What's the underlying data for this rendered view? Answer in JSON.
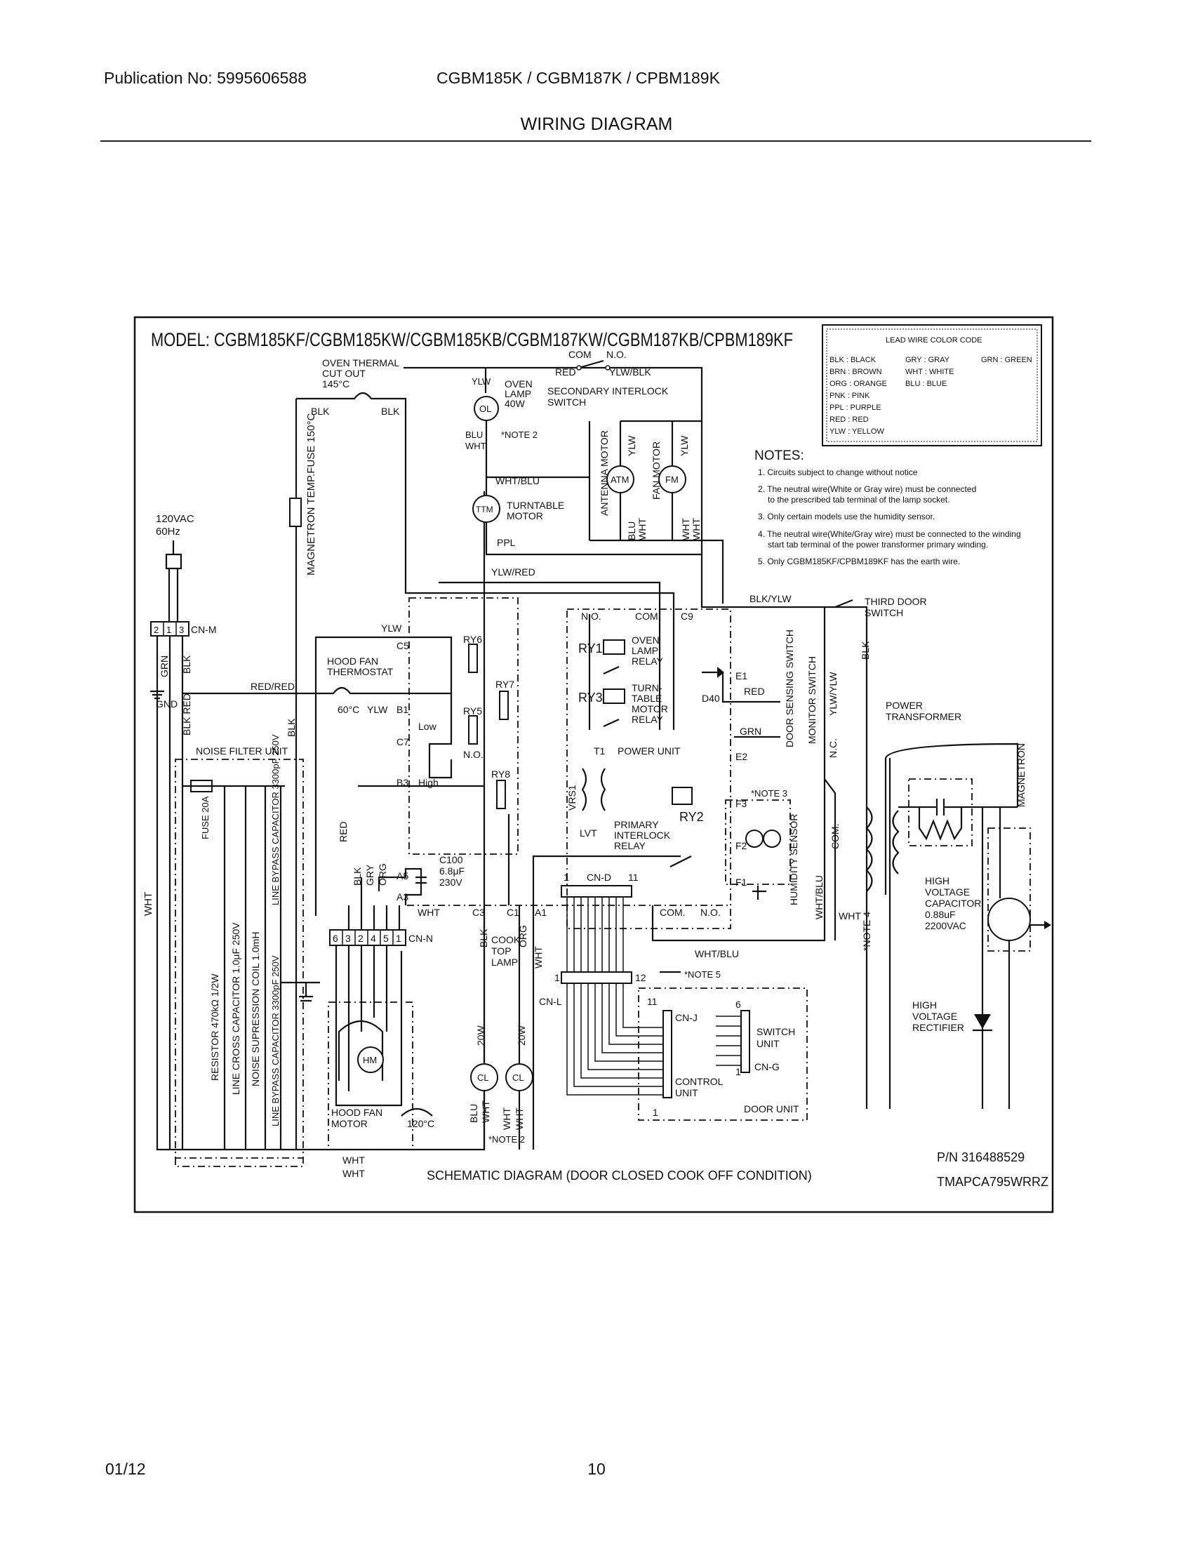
{
  "header": {
    "publication": "Publication No: 5995606588",
    "models": "CGBM185K / CGBM187K / CPBM189K",
    "title": "WIRING DIAGRAM"
  },
  "footer": {
    "date": "01/12",
    "page": "10"
  },
  "diagram": {
    "model_title": "MODEL: CGBM185KF/CGBM185KW/CGBM185KB/CGBM187KW/CGBM187KB/CPBM189KF",
    "caption": "SCHEMATIC DIAGRAM (DOOR CLOSED COOK OFF CONDITION)",
    "part_number": "P/N 316488529",
    "doc_code": "TMAPCA795WRRZ",
    "legend": {
      "title": "LEAD WIRE COLOR CODE",
      "col1": [
        "BLK : BLACK",
        "BRN : BROWN",
        "ORG : ORANGE",
        "PNK : PINK",
        "PPL : PURPLE",
        "RED : RED",
        "YLW : YELLOW"
      ],
      "col2": [
        "GRY : GRAY",
        "WHT : WHITE",
        "BLU : BLUE"
      ],
      "col3": [
        "GRN : GREEN"
      ]
    },
    "notes_title": "NOTES:",
    "notes": [
      "1. Circuits subject to change without notice",
      "2. The neutral wire(White or Gray wire) must be connected",
      "to the prescribed tab terminal of the lamp socket.",
      "3. Only certain models use the humidity sensor.",
      "4. The neutral wire(White/Gray wire) must be connected to the winding",
      "start tab terminal of the power transformer primary winding.",
      "5. Only CGBM185KF/CPBM189KF has the earth wire."
    ],
    "labels": {
      "oven_thermal": "OVEN THERMAL",
      "cut_out": "CUT OUT",
      "cut_out_temp": "145°C",
      "blk": "BLK",
      "ylw": "YLW",
      "oven_lamp_1": "OVEN",
      "oven_lamp_2": "LAMP",
      "oven_lamp_3": "40W",
      "ol": "OL",
      "note2": "*NOTE 2",
      "blu": "BLU",
      "wht": "WHT",
      "com": "COM",
      "no": "N.O.",
      "red": "RED",
      "ylw_blk": "YLW/BLK",
      "secondary_interlock": "SECONDARY INTERLOCK",
      "switch": "SWITCH",
      "antenna_motor": "ANTENNA MOTOR",
      "fan_motor": "FAN MOTOR",
      "atm": "ATM",
      "fm": "FM",
      "wht_blu": "WHT/BLU",
      "ttm": "TTM",
      "turntable_motor_1": "TURNTABLE",
      "turntable_motor_2": "MOTOR",
      "ppl": "PPL",
      "ylw_red": "YLW/RED",
      "mag_temp_fuse": "MAGNETRON TEMP.FUSE 150°C",
      "vac": "120VAC",
      "hz": "60Hz",
      "cn_m": "CN-M",
      "grn": "GRN",
      "gnd": "GND",
      "red_red": "RED/RED",
      "blk_red": "BLK RED",
      "hood_fan_thermostat_1": "HOOD FAN",
      "hood_fan_thermostat_2": "THERMOSTAT",
      "thermo_temp": "60°C",
      "noise_filter_unit": "NOISE FILTER UNIT",
      "fuse": "FUSE 20A",
      "resistor": "RESISTOR 470kΩ 1/2W",
      "line_cross_cap": "LINE CROSS CAPACITOR 1.0μF 250V",
      "noise_coil": "NOISE SUPRESSION COIL 1.0mH",
      "line_bypass_top": "LINE BYPASS CAPACITOR 3300pF 250V",
      "line_bypass_bottom": "LINE BYPASS CAPACITOR 3300pF 250V",
      "c5": "C5",
      "b1": "B1",
      "c7": "C7",
      "b3": "B3",
      "a5": "A5",
      "a3": "A3",
      "c3": "C3",
      "c1": "C1",
      "a1": "A1",
      "c9": "C9",
      "low": "Low",
      "high": "High",
      "ry6": "RY6",
      "ry7": "RY7",
      "ry5": "RY5",
      "ry8": "RY8",
      "ry1": "RY1",
      "ry3": "RY3",
      "ry2": "RY2",
      "no_b": "N.O.",
      "com_b": "COM.",
      "oven_lamp_relay_1": "OVEN",
      "oven_lamp_relay_2": "LAMP",
      "oven_lamp_relay_3": "RELAY",
      "tt_relay_1": "TURN-",
      "tt_relay_2": "TABLE",
      "tt_relay_3": "MOTOR",
      "tt_relay_4": "RELAY",
      "t1": "T1",
      "power_unit": "POWER UNIT",
      "vrs1": "VRS1",
      "lvt": "LVT",
      "primary_interlock_1": "PRIMARY",
      "primary_interlock_2": "INTERLOCK",
      "primary_interlock_3": "RELAY",
      "c100": "C100",
      "c100_val1": "6.8μF",
      "c100_val2": "230V",
      "cn_n": "CN-N",
      "cook_top_lamp_1": "COOK",
      "cook_top_lamp_2": "TOP",
      "cook_top_lamp_3": "LAMP",
      "org": "ORG",
      "gry": "GRY",
      "cl": "CL",
      "w20": "20W",
      "hm": "HM",
      "hood_fan_motor_1": "HOOD FAN",
      "hood_fan_motor_2": "MOTOR",
      "motor_temp": "120°C",
      "cn_d": "CN-D",
      "cn_l": "CN-L",
      "cn_j": "CN-J",
      "cn_g": "CN-G",
      "switch_unit_1": "SWITCH",
      "switch_unit_2": "UNIT",
      "control_unit_1": "CONTROL",
      "control_unit_2": "UNIT",
      "door_unit": "DOOR UNIT",
      "note5": "*NOTE 5",
      "note3": "*NOTE 3",
      "note4": "*NOTE 4",
      "d40": "D40",
      "e1": "E1",
      "e2": "E2",
      "f1": "F1",
      "f2": "F2",
      "f3": "F3",
      "door_sensing_switch": "DOOR SENSING SWITCH",
      "humidity_sensor": "HUMIDITY SENSOR",
      "blk_ylw": "BLK/YLW",
      "third_door_switch_1": "THIRD DOOR",
      "third_door_switch_2": "SWITCH",
      "monitor_switch": "MONITOR SWITCH",
      "nc": "N.C.",
      "ylw_ylw": "YLW/YLW",
      "com_c": "COM.",
      "wht_blu_v": "WHT/BLU",
      "power_transformer_1": "POWER",
      "power_transformer_2": "TRANSFORMER",
      "magnetron": "MAGNETRON",
      "hv_capacitor_1": "HIGH",
      "hv_capacitor_2": "VOLTAGE",
      "hv_capacitor_3": "CAPACITOR",
      "hv_capacitor_4": "0.88uF",
      "hv_capacitor_5": "2200VAC",
      "hv_rectifier_1": "HIGH",
      "hv_rectifier_2": "VOLTAGE",
      "hv_rectifier_3": "RECTIFIER",
      "n1": "1",
      "n11": "11",
      "n12": "12",
      "n6": "6",
      "cn_m_pins": [
        "2",
        "1",
        "3"
      ],
      "cn_n_pins": [
        "6",
        "3",
        "2",
        "4",
        "5",
        "1"
      ]
    }
  }
}
